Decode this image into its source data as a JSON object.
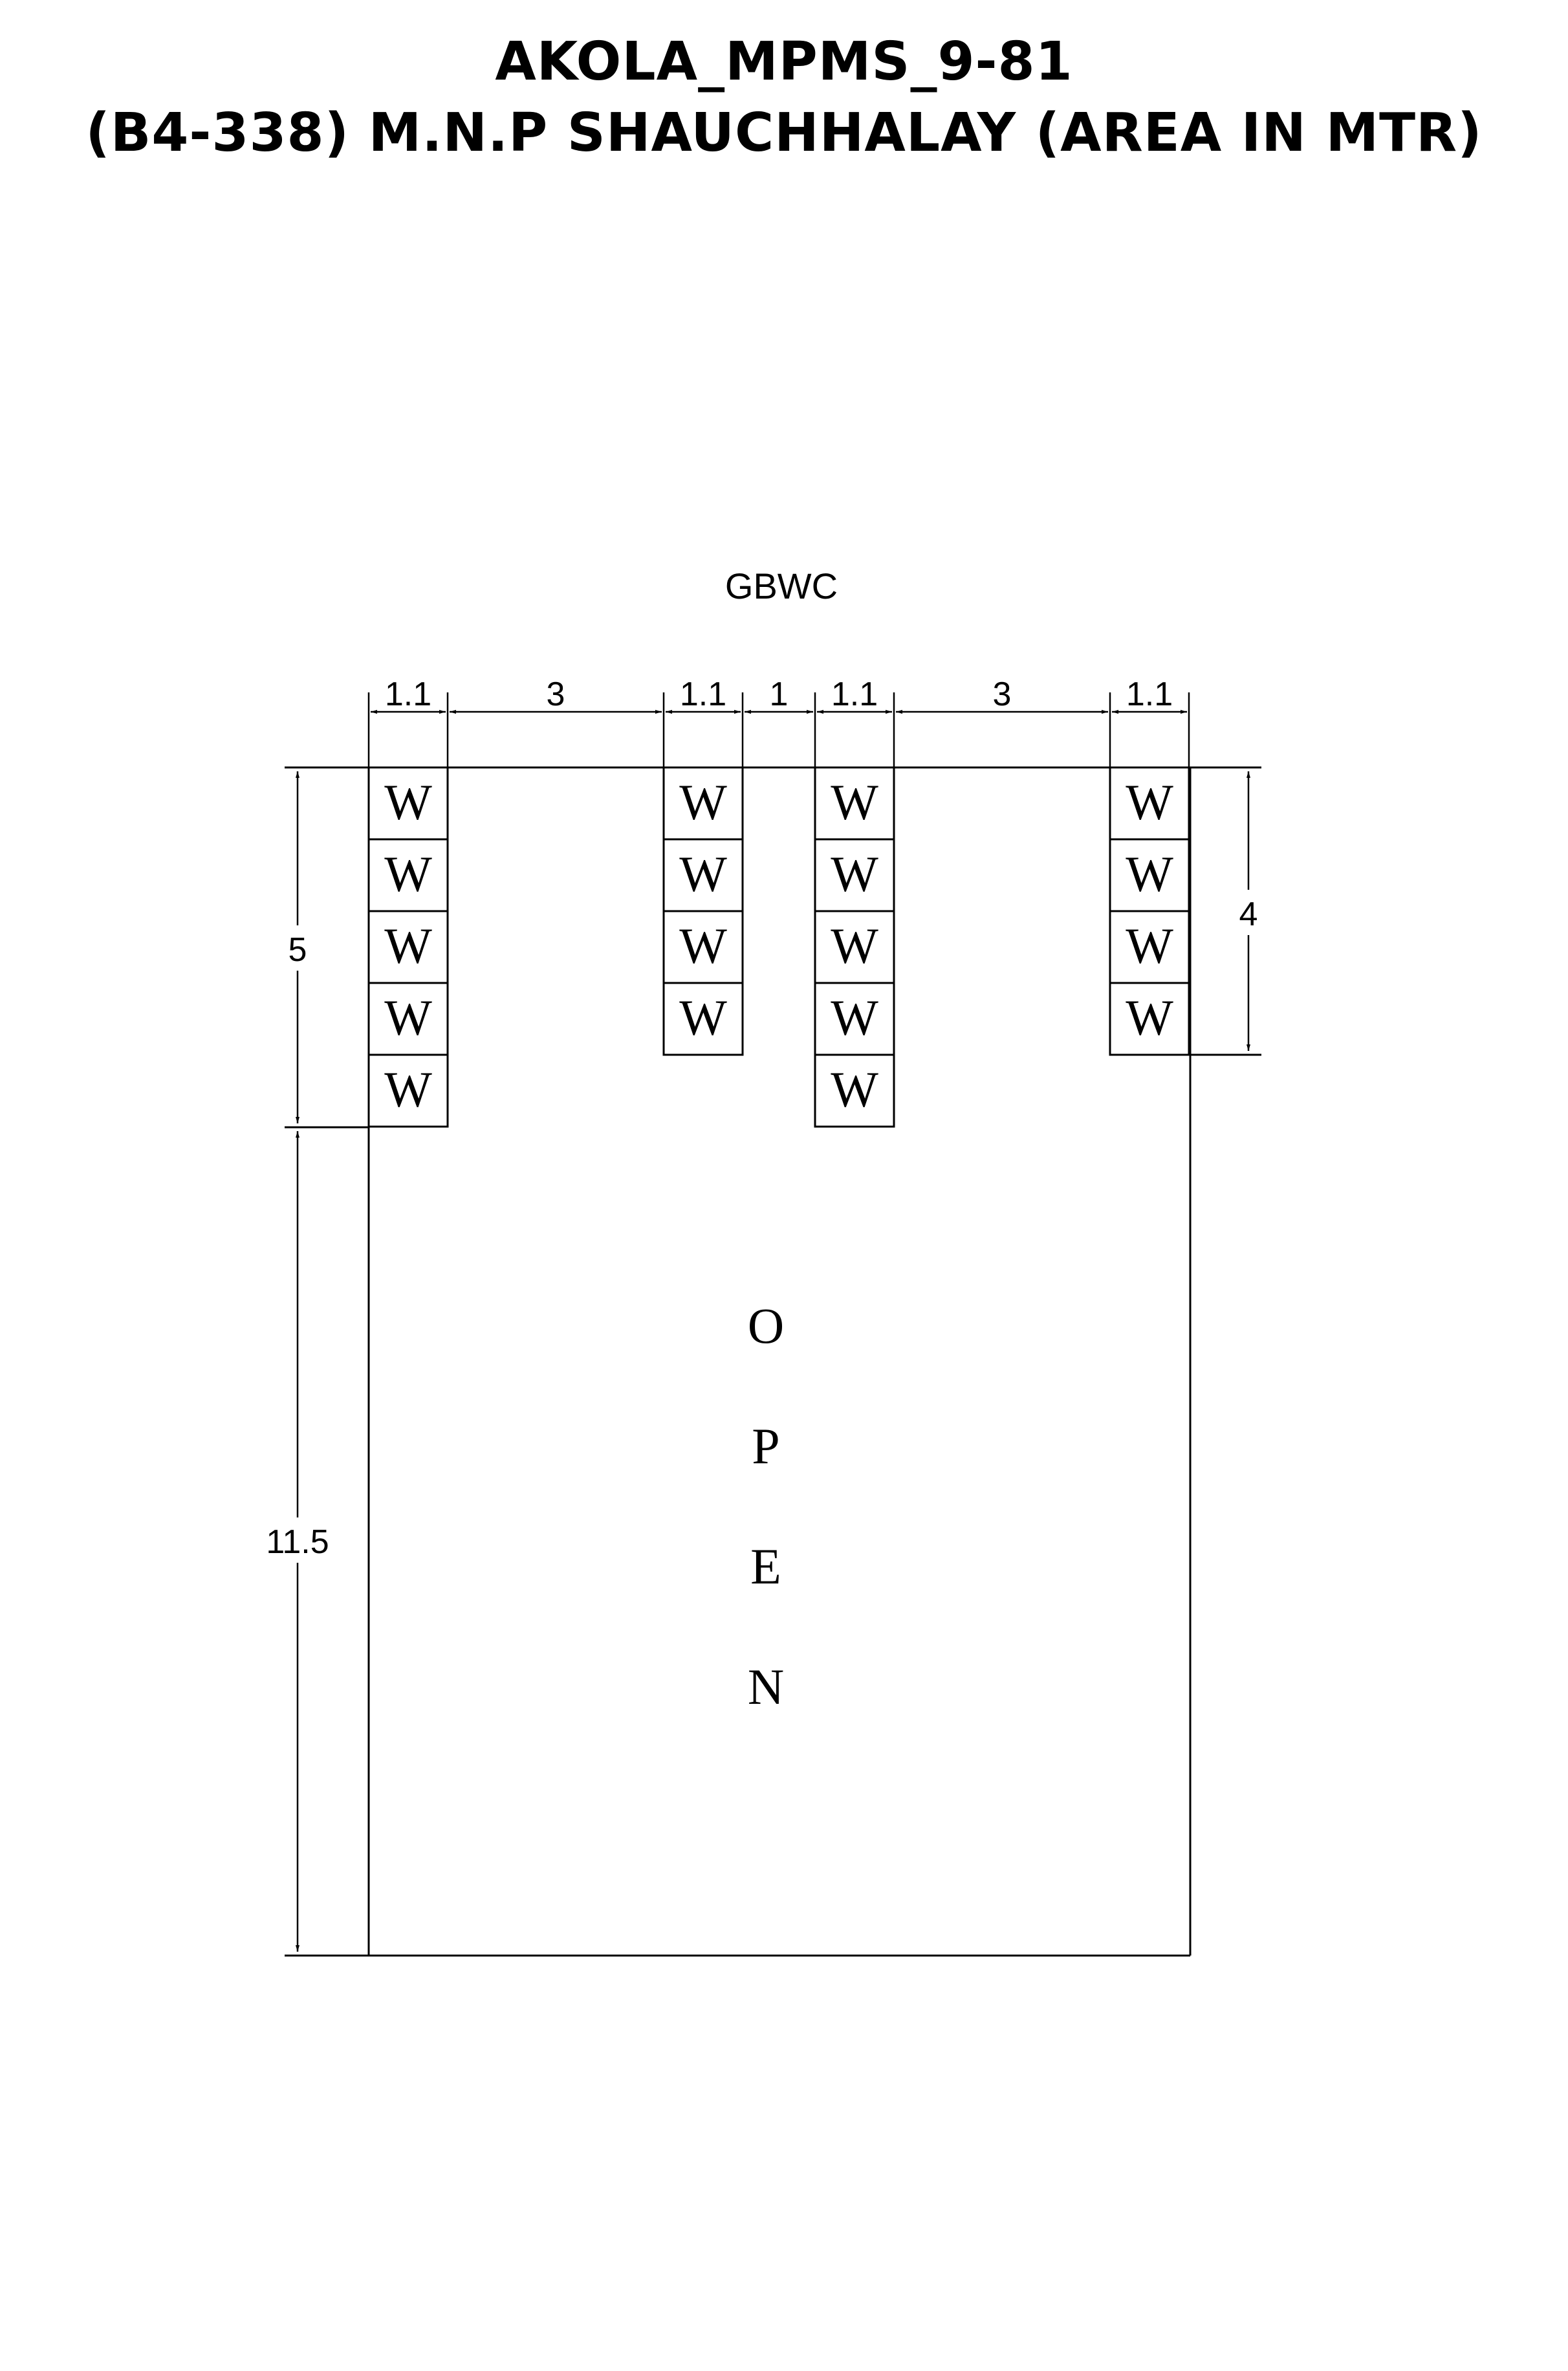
{
  "header": {
    "title_line1": "AKOLA_MPMS_9-81",
    "title_line2": "(B4-338) M.N.P SHAUCHHALAY (AREA IN MTR)"
  },
  "plan": {
    "building_label": "GBWC",
    "open_letters": [
      "O",
      "P",
      "E",
      "N"
    ],
    "stall_label": "W",
    "stall_columns": [
      {
        "count": 5
      },
      {
        "count": 4
      },
      {
        "count": 5
      },
      {
        "count": 4
      }
    ],
    "top_dimensions": [
      "1.1",
      "3",
      "1.1",
      "1",
      "1.1",
      "3",
      "1.1"
    ],
    "left_dimensions": [
      "5",
      "11.5"
    ],
    "right_dimension": "4"
  },
  "colors": {
    "line": "#000000",
    "background": "#ffffff"
  }
}
